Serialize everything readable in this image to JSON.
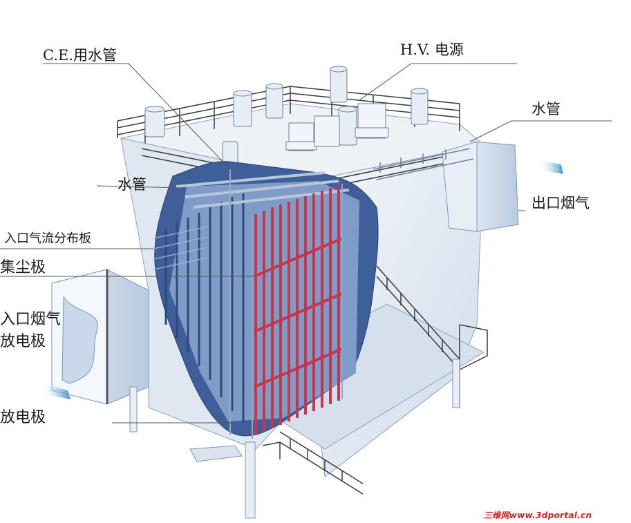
{
  "labels": {
    "ce_water_pipe": "C.E.用水管",
    "hv_power": "H.V. 电源",
    "water_pipe_right": "水管",
    "water_pipe_left": "水管",
    "outlet_flue_gas": "出口烟气",
    "inlet_distribution_plate": "入口气流分布板",
    "collecting_electrode": "集尘极",
    "inlet_flue_gas": "入口烟气",
    "discharge_electrode_1": "放电极",
    "discharge_electrode_2": "放电极"
  },
  "watermark": "三维网www.3dportal.cn",
  "colors": {
    "collector_plate": "#c8344a",
    "frame_blue": "#5b7fb8",
    "casing": "#e8eef5",
    "flow_arrow": "#3d8fd0",
    "leader_line": "#444444"
  }
}
